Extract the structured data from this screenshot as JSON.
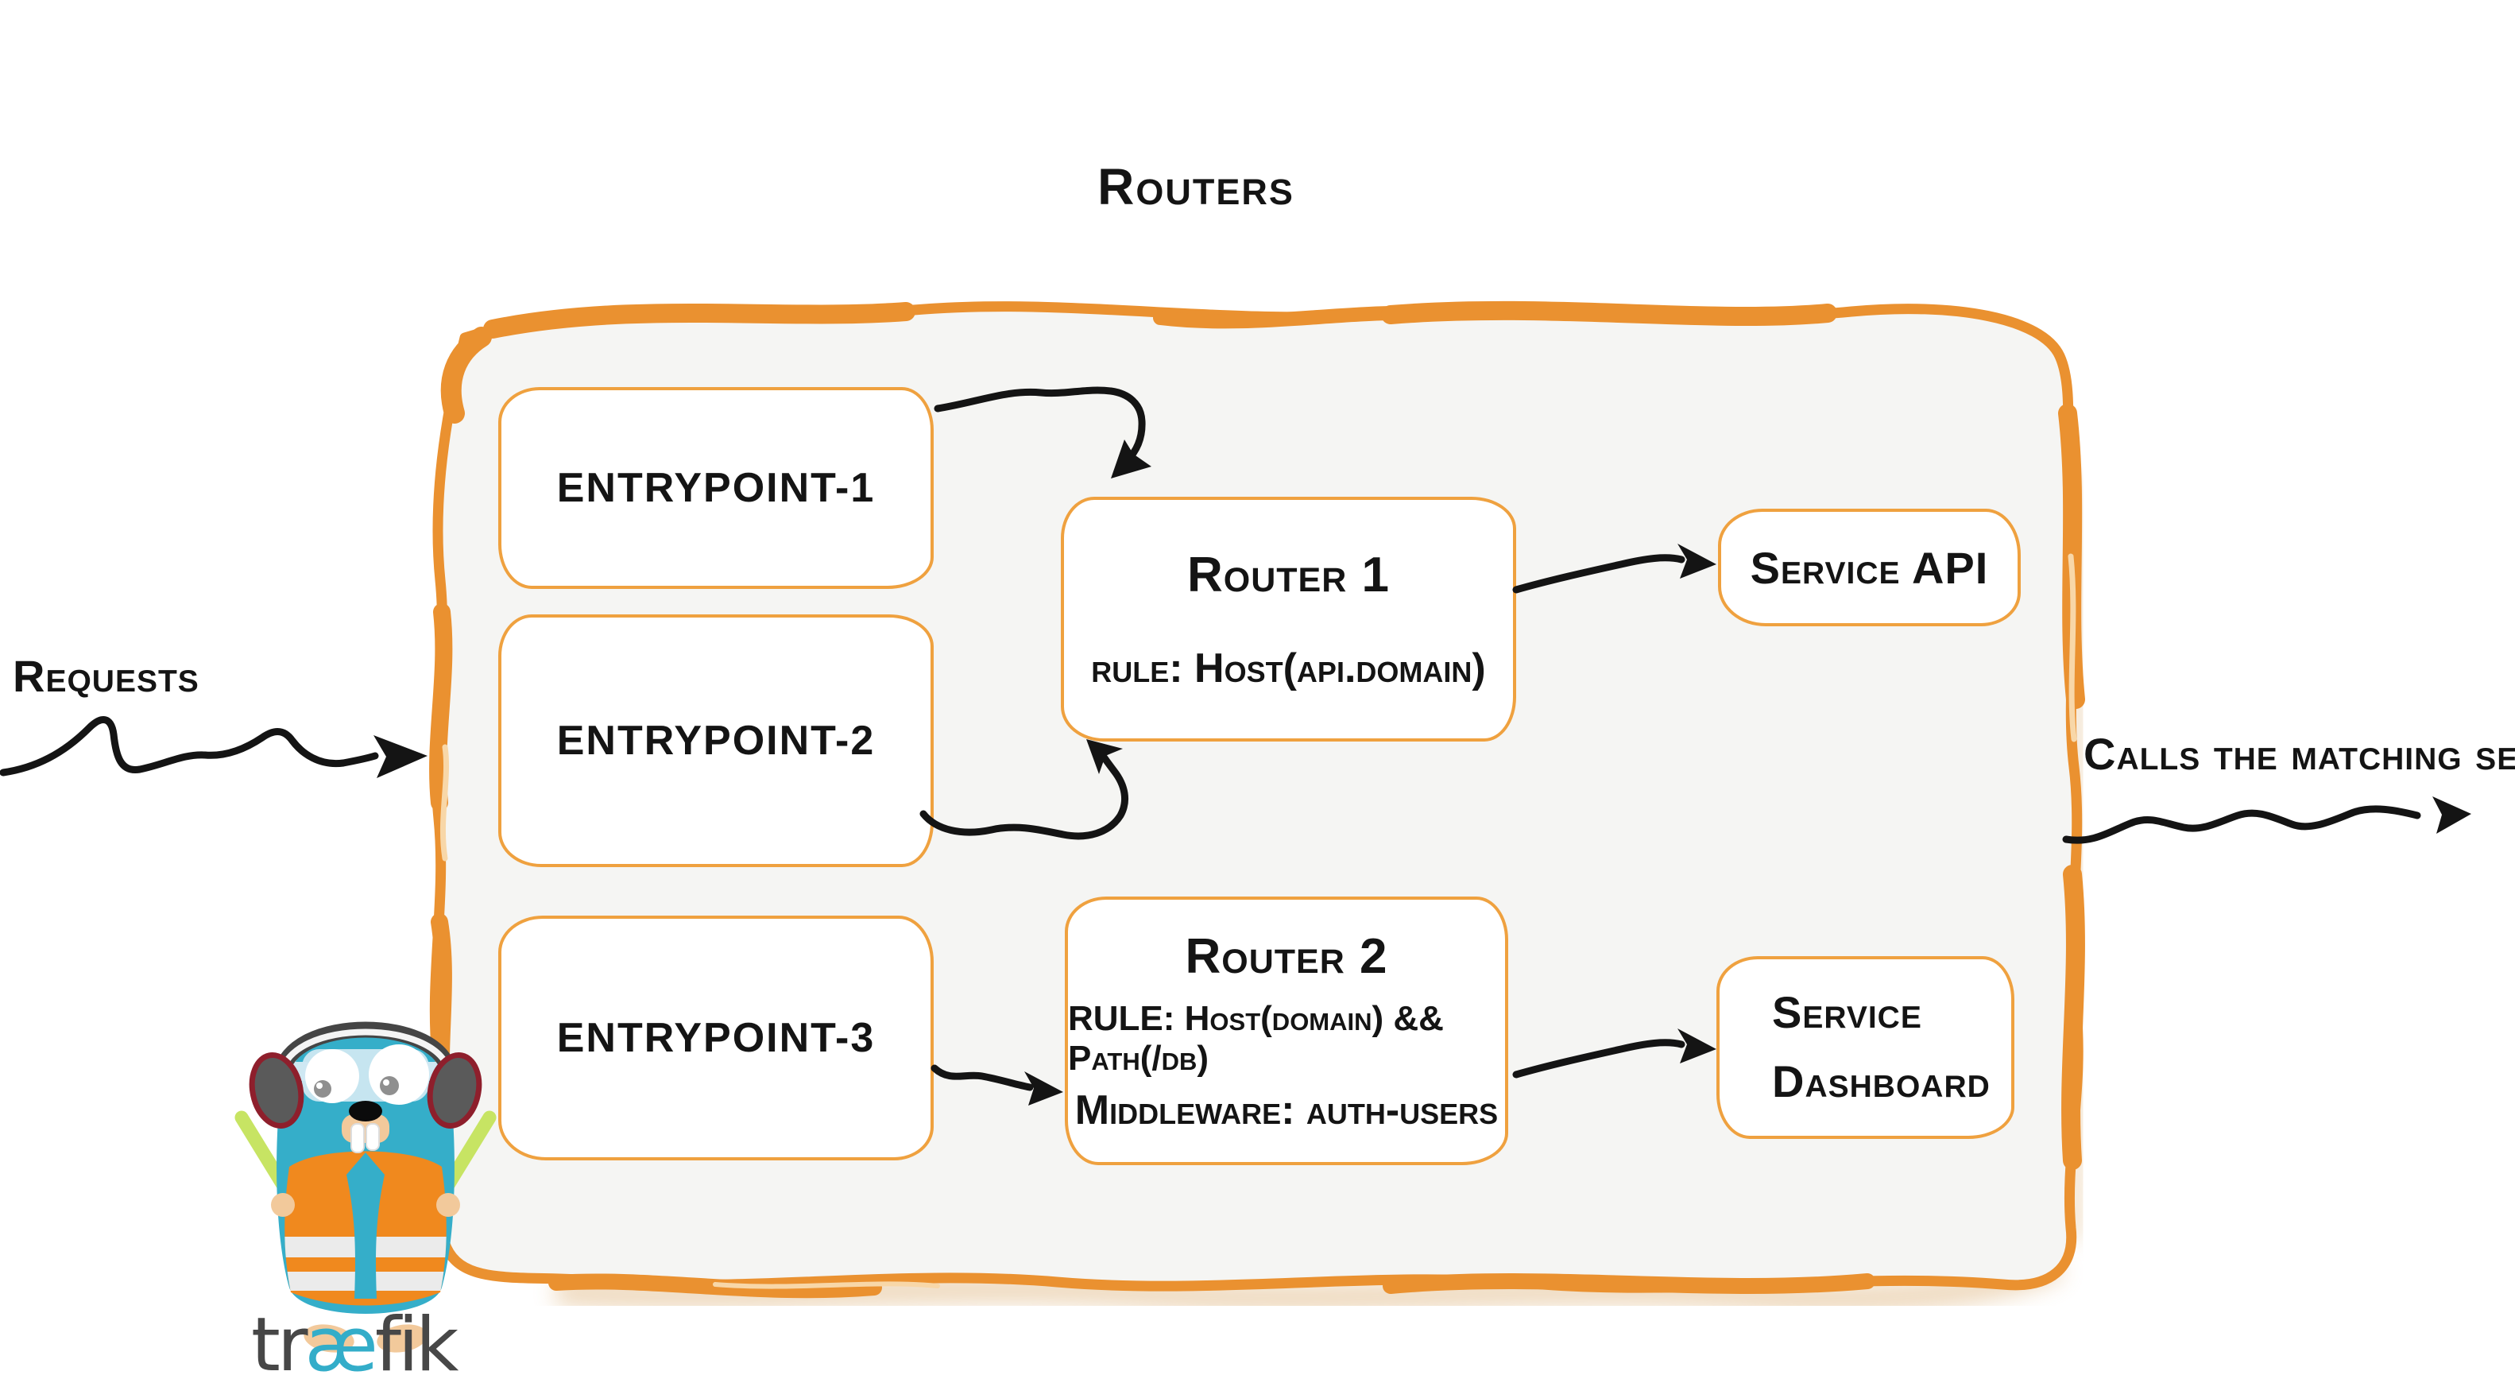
{
  "diagram": {
    "title": "Routers",
    "labels": {
      "requests": "Requests",
      "calls_matching_server": "Calls the matching server"
    },
    "entrypoints": [
      {
        "label": "entrypoint-1"
      },
      {
        "label": "entrypoint-2"
      },
      {
        "label": "entrypoint-3"
      }
    ],
    "routers": [
      {
        "title": "Router 1",
        "rule": "rule: Host(api.domain)"
      },
      {
        "title": "Router 2",
        "rule": "RULE: Host(domain) && Path(/db)",
        "middleware": "Middleware: auth-users"
      }
    ],
    "services": [
      {
        "label": "Service API"
      },
      {
        "label": "Service Dashboard"
      }
    ],
    "logo": {
      "pre": "tr",
      "ae": "æ",
      "post": "fik"
    },
    "colors": {
      "container_border": "#EA9130",
      "box_border": "#EFA13F",
      "container_fill": "#F5F5F3",
      "text": "#141414",
      "teal": "#33ADC9",
      "vest_orange": "#F0891E",
      "baton_green": "#C7E463",
      "earcup_red": "#8E1F2C"
    }
  }
}
